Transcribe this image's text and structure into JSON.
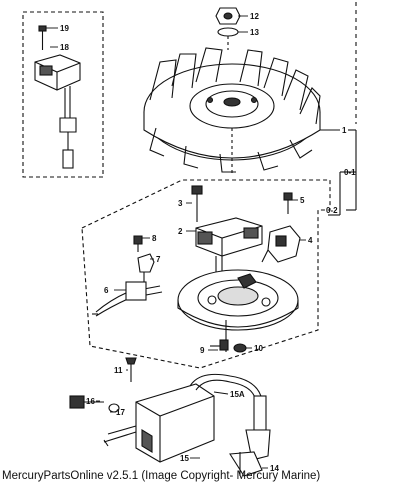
{
  "diagram": {
    "callouts": [
      "19",
      "18",
      "12",
      "13",
      "1",
      "0-1",
      "0-2",
      "3",
      "5",
      "2",
      "4",
      "8",
      "7",
      "6",
      "9",
      "10",
      "11",
      "15A",
      "16",
      "17",
      "15",
      "14"
    ]
  },
  "footer": {
    "caption": "MercuryPartsOnline v2.5.1 (Image Copyright- Mercury Marine)"
  }
}
